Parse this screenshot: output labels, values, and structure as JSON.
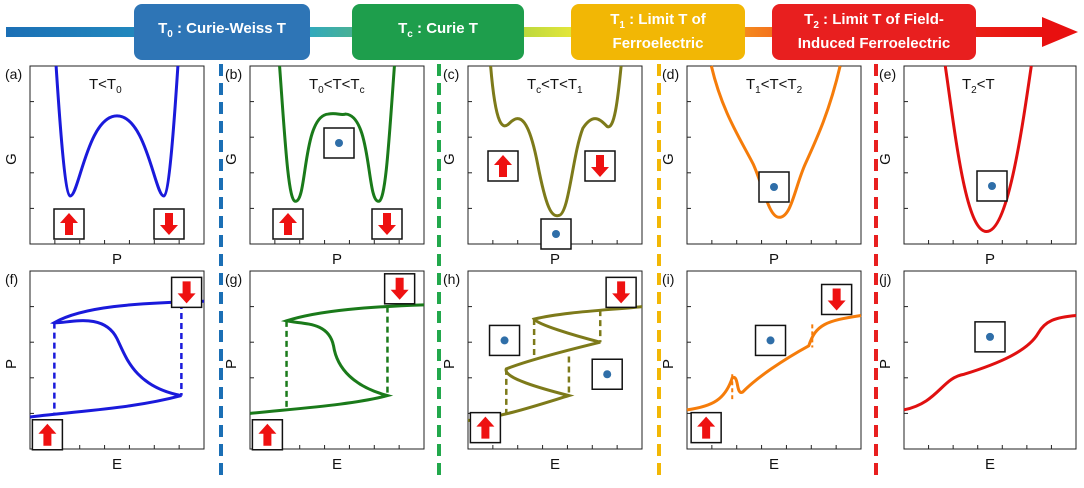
{
  "banners": [
    {
      "main": "T",
      "sub": "0",
      "rest": " : Curie-Weiss T",
      "color": "#2e75b6"
    },
    {
      "main": "T",
      "sub": "c",
      "rest": " : Curie T",
      "color": "#1e9e4c"
    },
    {
      "main": "T",
      "sub": "1",
      "rest": " : Limit T of Ferroelectric",
      "color": "#f2b705"
    },
    {
      "main": "T",
      "sub": "2",
      "rest": " : Limit T of Field-Induced Ferroelectric",
      "color": "#e81f1f"
    }
  ],
  "panels": [
    {
      "label": "(a)",
      "cond": [
        [
          "T<T",
          ""
        ],
        [
          "0",
          "sub"
        ]
      ],
      "color": "#1a1adb"
    },
    {
      "label": "(b)",
      "cond": [
        [
          "T",
          ""
        ],
        [
          "0",
          "sub"
        ],
        [
          "<T<T",
          ""
        ],
        [
          "c",
          "sub"
        ]
      ],
      "color": "#1a7a1a"
    },
    {
      "label": "(c)",
      "cond": [
        [
          "T",
          ""
        ],
        [
          "c",
          "sub"
        ],
        [
          "<T<T",
          ""
        ],
        [
          "1",
          "sub"
        ]
      ],
      "color": "#7d7a1a"
    },
    {
      "label": "(d)",
      "cond": [
        [
          "T",
          ""
        ],
        [
          "1",
          "sub"
        ],
        [
          "<T<T",
          ""
        ],
        [
          "2",
          "sub"
        ]
      ],
      "color": "#f57c0a"
    },
    {
      "label": "(e)",
      "cond": [
        [
          "T",
          ""
        ],
        [
          "2",
          "sub"
        ],
        [
          "<T",
          ""
        ]
      ],
      "color": "#e01010"
    }
  ],
  "lower_labels": [
    "(f)",
    "(g)",
    "(h)",
    "(i)",
    "(j)"
  ],
  "axes": {
    "G": "G",
    "P": "P",
    "E": "E"
  },
  "separator_colors": [
    "#1b6fb5",
    "#22a84c",
    "#f2b705",
    "#e81f1f"
  ]
}
